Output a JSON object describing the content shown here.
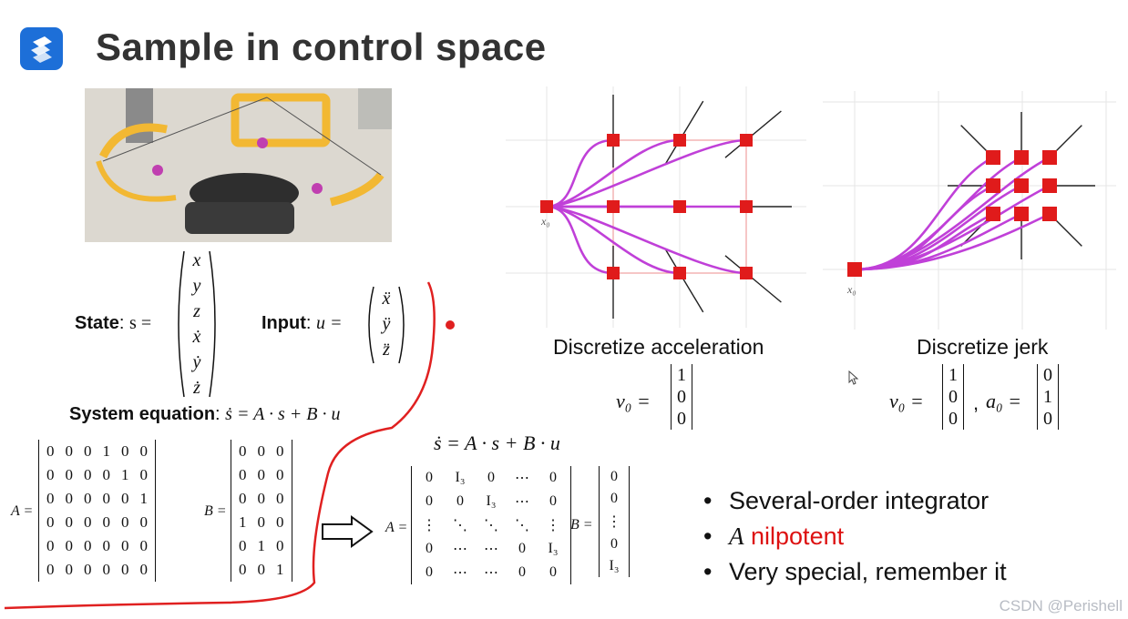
{
  "slide": {
    "title": "Sample in control space",
    "watermark": "CSDN @Perishell"
  },
  "state": {
    "label": "State",
    "lhs": "s =",
    "components": [
      "x",
      "y",
      "z",
      "ẋ",
      "ẏ",
      "ż"
    ]
  },
  "input": {
    "label": "Input",
    "lhs": "u =",
    "components": [
      "ẍ",
      "ÿ",
      "z̈"
    ]
  },
  "system": {
    "label": "System equation",
    "equation": "ṡ = A · s + B · u"
  },
  "matrix_A": {
    "name": "A =",
    "rows": [
      [
        "0",
        "0",
        "0",
        "1",
        "0",
        "0"
      ],
      [
        "0",
        "0",
        "0",
        "0",
        "1",
        "0"
      ],
      [
        "0",
        "0",
        "0",
        "0",
        "0",
        "1"
      ],
      [
        "0",
        "0",
        "0",
        "0",
        "0",
        "0"
      ],
      [
        "0",
        "0",
        "0",
        "0",
        "0",
        "0"
      ],
      [
        "0",
        "0",
        "0",
        "0",
        "0",
        "0"
      ]
    ]
  },
  "matrix_B": {
    "name": "B =",
    "rows": [
      [
        "0",
        "0",
        "0"
      ],
      [
        "0",
        "0",
        "0"
      ],
      [
        "0",
        "0",
        "0"
      ],
      [
        "1",
        "0",
        "0"
      ],
      [
        "0",
        "1",
        "0"
      ],
      [
        "0",
        "0",
        "1"
      ]
    ]
  },
  "block": {
    "equation": "ṡ = A · s + B · u",
    "A_name": "A =",
    "A_rows": [
      [
        "0",
        "I₃",
        "0",
        "⋯",
        "0"
      ],
      [
        "0",
        "0",
        "I₃",
        "⋯",
        "0"
      ],
      [
        "⋮",
        "⋱",
        "⋱",
        "⋱",
        "⋮"
      ],
      [
        "0",
        "⋯",
        "⋯",
        "0",
        "I₃"
      ],
      [
        "0",
        "⋯",
        "⋯",
        "0",
        "0"
      ]
    ],
    "B_name": "B =",
    "B_rows": [
      "0",
      "0",
      "⋮",
      "0",
      "I₃"
    ]
  },
  "diagram_accel": {
    "caption": "Discretize acceleration",
    "start_label": "x₀",
    "v0_lhs": "v₀ =",
    "v0": [
      "1",
      "0",
      "0"
    ]
  },
  "diagram_jerk": {
    "caption": "Discretize jerk",
    "start_label": "x₀",
    "v0_lhs": "v₀ =",
    "v0": [
      "1",
      "0",
      "0"
    ],
    "a0_lhs": "a₀ =",
    "a0": [
      "0",
      "1",
      "0"
    ]
  },
  "bullets": [
    {
      "prefix": "",
      "text": "Several-order integrator"
    },
    {
      "prefix": "A",
      "text": "nilpotent"
    },
    {
      "prefix": "",
      "text": "Very special, remember it"
    }
  ],
  "colors": {
    "accent": "#1d6fd8",
    "node": "#e01b1b",
    "curve": "#c040d8",
    "annotation": "#e02020"
  }
}
